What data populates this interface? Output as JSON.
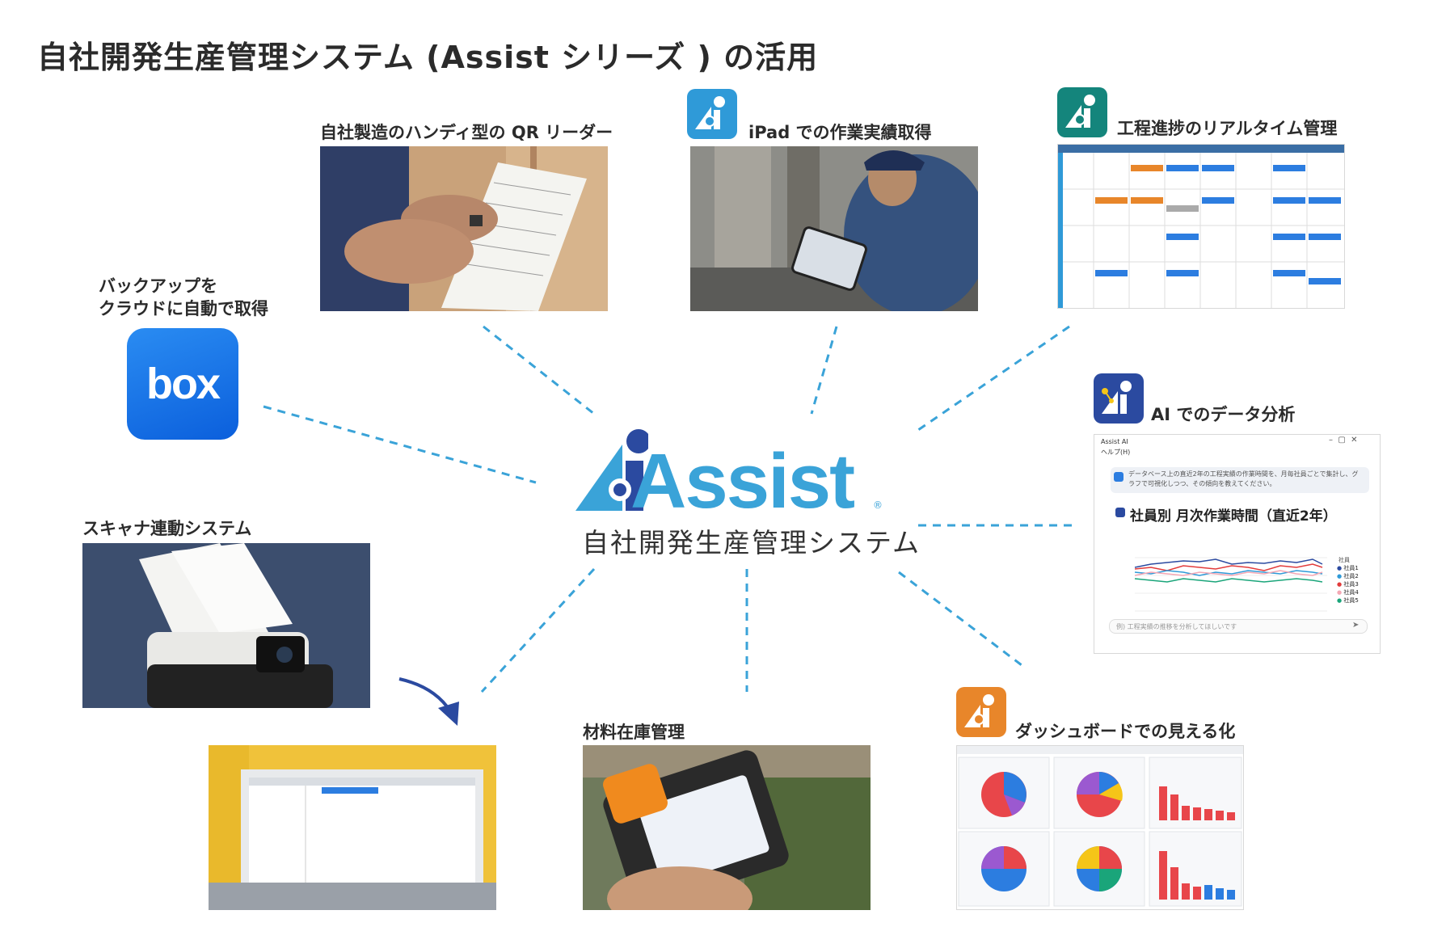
{
  "title": "自社開発生産管理システム (Assist シリーズ ) の活用",
  "center": {
    "brand": "Assist",
    "registered": "®",
    "subtitle": "自社開発生産管理システム"
  },
  "features": {
    "qr_reader": "自社製造のハンディ型の QR リーダー",
    "ipad": "iPad での作業実績取得",
    "progress": "工程進捗のリアルタイム管理",
    "backup_line1": "バックアップを",
    "backup_line2": "クラウドに自動で取得",
    "box_logo": "box",
    "ai": "AI でのデータ分析",
    "scanner": "スキャナ連動システム",
    "inventory": "材料在庫管理",
    "dashboard": "ダッシュボードでの見える化"
  },
  "ai_window": {
    "window_title": "Assist AI",
    "menu": "ヘルプ(H)",
    "prompt": "データベース上の直近2年の工程実績の作業時間を、月毎社員ごとで集計し、グラフで可視化しつつ、その傾向を教えてください。",
    "heading": "社員別 月次作業時間（直近2年）",
    "legend_title": "社員",
    "legend": [
      "社員1",
      "社員2",
      "社員3",
      "社員4",
      "社員5"
    ],
    "input_placeholder": "例) 工程実績の推移を分析してほしいです"
  },
  "colors": {
    "accent": "#3aa3d8",
    "connector": "#3aa3d8",
    "icon_blue": "#2f9ad8",
    "icon_teal": "#14857c",
    "icon_navy": "#2b4aa0",
    "icon_orange": "#e8862a",
    "box_blue": "#0b5fdc"
  }
}
